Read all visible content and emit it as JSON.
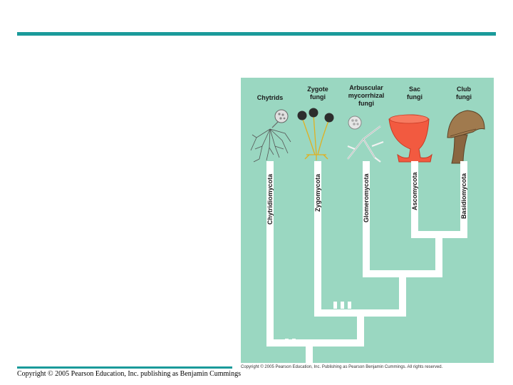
{
  "colors": {
    "accent": "#1a9a9a",
    "figure_bg": "#9ad7c1",
    "tree_line": "#ffffff"
  },
  "groups": [
    {
      "common_name": [
        "Chytrids"
      ],
      "phylum": "Chytridiomycota",
      "icon": "chytrid-icon"
    },
    {
      "common_name": [
        "Zygote",
        "fungi"
      ],
      "phylum": "Zygomycota",
      "icon": "zygote-fungus-icon"
    },
    {
      "common_name": [
        "Arbuscular",
        "mycorrhizal",
        "fungi"
      ],
      "phylum": "Glomeromycota",
      "icon": "arbuscular-fungus-icon"
    },
    {
      "common_name": [
        "Sac",
        "fungi"
      ],
      "phylum": "Ascomycota",
      "icon": "sac-fungus-cup-icon"
    },
    {
      "common_name": [
        "Club",
        "fungi"
      ],
      "phylum": "Basidiomycota",
      "icon": "mushroom-icon"
    }
  ],
  "figure_credit": "Copyright © 2005 Pearson Education, Inc. Publishing as Pearson Benjamin Cummings. All rights reserved.",
  "slide_footer": "Copyright © 2005 Pearson Education, Inc. publishing as Benjamin Cummings"
}
